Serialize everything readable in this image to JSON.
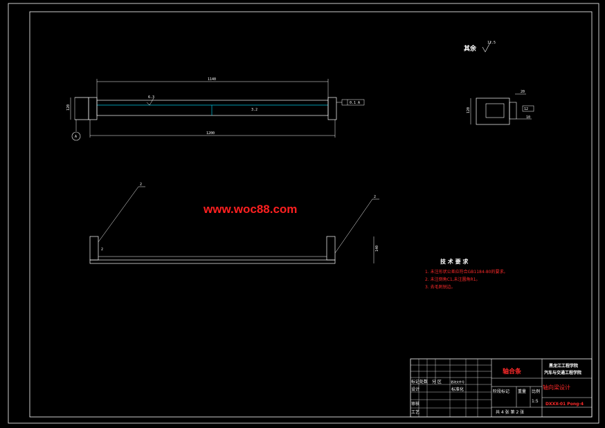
{
  "watermark": "www.woc88.com",
  "surface_note": {
    "text": "其余",
    "roughness": "12.5"
  },
  "front_view": {
    "dim_top": "1140",
    "dim_bottom": "1200",
    "dim_left": "120",
    "roughness_upper": "6.3",
    "roughness_mid": "3.2",
    "tolerance_frame": "0.1 A",
    "datum": "A"
  },
  "side_view": {
    "dim_height": "120",
    "dim_top": "20",
    "dim_right": "10",
    "dim_small": "12"
  },
  "bottom_view": {
    "leader_left": "2",
    "leader_right": "2",
    "dim_right": "140",
    "corner_note": "2"
  },
  "tech_req": {
    "title": "技 术 要 求",
    "items": [
      "1. 未注形状公差应符合GB1184-80的要求。",
      "2. 未注倒角C1,未注圆角R1。",
      "3. 去毛刺锐边。"
    ]
  },
  "title_block": {
    "part_name": "轴合条",
    "school_line1": "黑龙江工程学院",
    "school_line2": "汽车与交通工程学院",
    "drawing_title": "轴向梁设计",
    "drawing_no": "DXXX-01 Pong-4",
    "scale": "1:5",
    "headers": [
      "阶段标记",
      "重量",
      "比例"
    ],
    "sheet_info": "共 4 张  第 2 张",
    "row_labels": [
      "标记",
      "处数",
      "分 区",
      "更改文件号"
    ],
    "design": "设计",
    "standard": "标准化",
    "review": "审核",
    "process": "工艺"
  },
  "colors": {
    "line": "#ffffff",
    "accent": "#00c8e6",
    "text_red": "#ff2a2a"
  }
}
